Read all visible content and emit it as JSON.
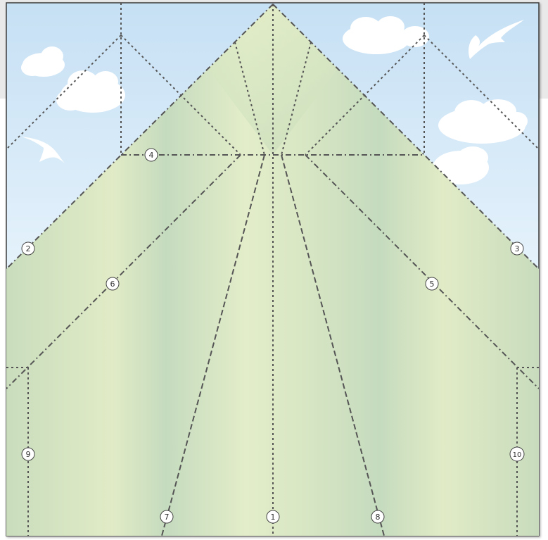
{
  "labels": {
    "step_1": "1",
    "step_2": "2",
    "step_3": "3",
    "step_4": "4",
    "step_5": "5",
    "step_6": "6",
    "step_7": "7",
    "step_8": "8",
    "step_9": "9",
    "step_10": "10"
  },
  "colors": {
    "sky_top": "#c8e2f5",
    "sky_bottom": "#eaf5fc",
    "paper_light": "#e0ebc6",
    "paper_dark": "#c3dabb",
    "fold_line": "#555555",
    "frame": "#3c3c3c",
    "background_band": "#e9e9e9",
    "cloud": "#ffffff"
  },
  "icons": {
    "clouds": "cloud-icon",
    "birds": "bird-icon"
  }
}
